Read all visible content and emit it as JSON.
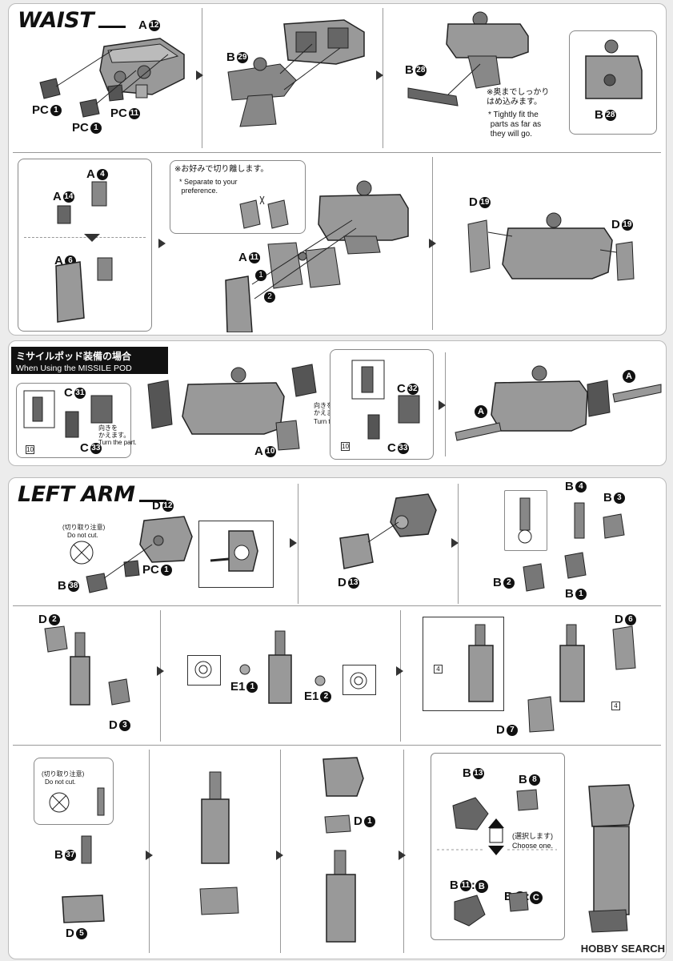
{
  "sections": {
    "waist_title": "WAIST",
    "left_arm_title": "LEFT ARM"
  },
  "waist": {
    "step1": {
      "label_a": "A",
      "num_a": "12",
      "label_pc1": "PC",
      "num_pc1": "1",
      "label_pc11": "PC",
      "num_pc11": "11",
      "label_pc1b": "PC",
      "num_pc1b": "1"
    },
    "step2": {
      "label": "B",
      "num": "29"
    },
    "step3": {
      "label": "B",
      "num": "28",
      "note_jp": "※奥までしっかり\nはめ込みます。",
      "note_en": "* Tightly fit the\n parts as far as\n they will go."
    },
    "step4": {
      "label": "B",
      "num": "28"
    },
    "step5": {
      "a4": "A",
      "a4n": "4",
      "a14": "A",
      "a14n": "14",
      "a6": "A",
      "a6n": "6"
    },
    "step6": {
      "note_jp": "※お好みで切り離します。",
      "note_en": "* Separate to your\n preference.",
      "a11": "A",
      "a11n": "11",
      "s1": "1",
      "s2": "2"
    },
    "step7": {
      "d19a": "D",
      "d19an": "19",
      "d19b": "D",
      "d19bn": "19"
    }
  },
  "missile_pod": {
    "title_jp": "ミサイルポッド装備の場合",
    "title_en": "When Using the MISSILE POD",
    "c31": "C",
    "c31n": "31",
    "c33a": "C",
    "c33an": "33",
    "turn_jp_a": "向きを\nかえます。",
    "turn_en_a": "Turn the part.",
    "ref_a": "10",
    "a10": "A",
    "a10n": "10",
    "turn_jp_b": "向きを\nかえます。",
    "turn_en_b": "Turn the part.",
    "c32": "C",
    "c32n": "32",
    "c33b": "C",
    "c33bn": "33",
    "ref_b": "10",
    "runner_a1": "A",
    "runner_a2": "A"
  },
  "left_arm": {
    "step1": {
      "caution_jp": "(切り取り注意)",
      "caution_en": "Do not cut.",
      "d12": "D",
      "d12n": "12",
      "b38": "B",
      "b38n": "38",
      "pc": "PC",
      "pcn": "1"
    },
    "step3": {
      "d13": "D",
      "d13n": "13"
    },
    "step4": {
      "b4": "B",
      "b4n": "4",
      "b3": "B",
      "b3n": "3",
      "b2": "B",
      "b2n": "2",
      "b1": "B",
      "b1n": "1"
    },
    "step5": {
      "d2": "D",
      "d2n": "2",
      "d3": "D",
      "d3n": "3"
    },
    "step6": {
      "e1a": "E1",
      "e1an": "1",
      "e1b": "E1",
      "e1bn": "2"
    },
    "step7": {
      "d6": "D",
      "d6n": "6",
      "d7": "D",
      "d7n": "7",
      "ref_a": "4",
      "ref_b": "4"
    },
    "step8": {
      "caution_jp": "(切り取り注意)",
      "caution_en": "Do not cut.",
      "b37": "B",
      "b37n": "37",
      "d5": "D",
      "d5n": "5"
    },
    "step10": {
      "d1": "D",
      "d1n": "1"
    },
    "step11": {
      "b13": "B",
      "b13n": "13",
      "b8": "B",
      "b8n": "8",
      "choose_jp": "(選択します)",
      "choose_en": "Choose one.",
      "b11": "B",
      "b11n": "11",
      "b11r": "B",
      "b7": "B",
      "b7n": "7",
      "b7r": "C"
    }
  },
  "watermark": "HOBBY SEARCH"
}
